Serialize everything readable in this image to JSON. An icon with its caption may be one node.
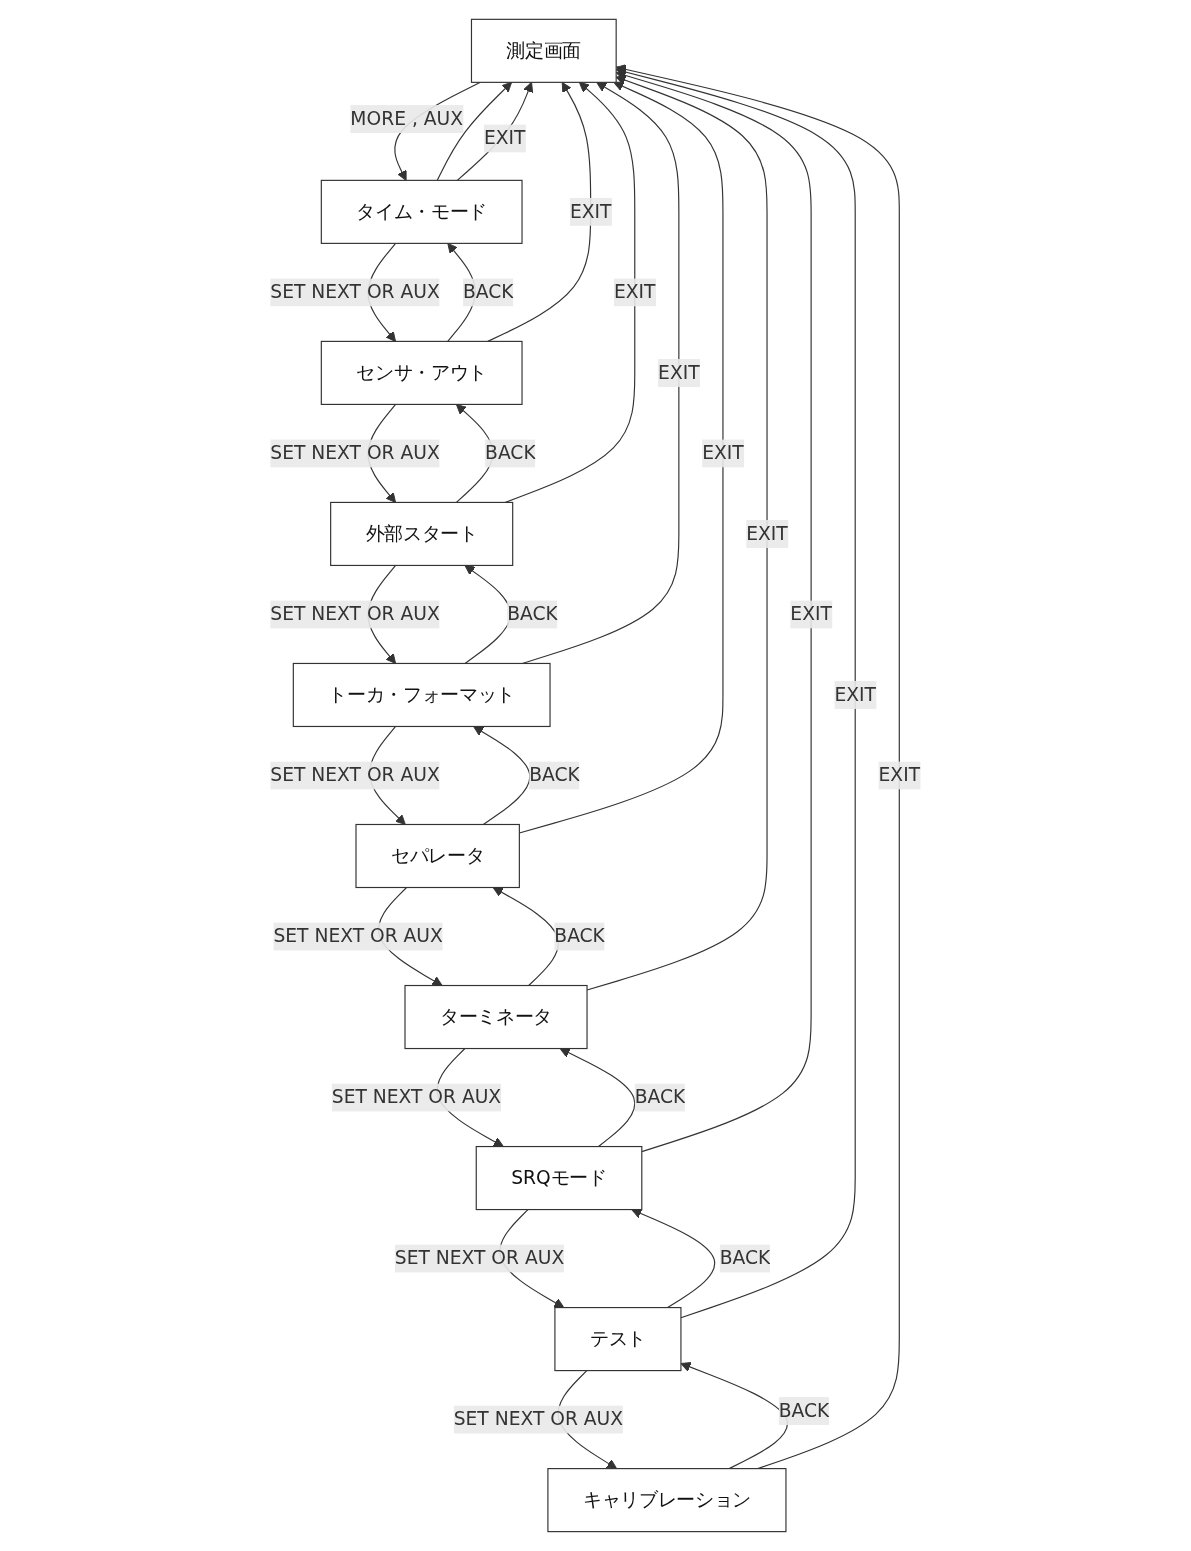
{
  "diagram": {
    "nodes": [
      {
        "text": [
          "測定画面"
        ]
      },
      {
        "text": [
          "タイム・モード"
        ]
      },
      {
        "text": [
          "センサ・アウト"
        ]
      },
      {
        "text": [
          "外部スタート"
        ]
      },
      {
        "text": [
          "トーカ・フォーマット"
        ]
      },
      {
        "text": [
          "セパレータ"
        ]
      },
      {
        "text": [
          "ターミネータ"
        ]
      },
      {
        "text": [
          "SRQモード"
        ]
      },
      {
        "text": [
          "テスト"
        ]
      },
      {
        "text": [
          "キャリブレーション"
        ]
      }
    ],
    "edges": [
      {
        "from": 0,
        "to": 1,
        "arrow": "to",
        "label": "MORE , AUX"
      },
      {
        "from": 1,
        "to": 0,
        "arrow": "to"
      },
      {
        "from": 1,
        "to": 0,
        "arrow": "to",
        "label": "EXIT"
      },
      {
        "from": 1,
        "to": 2,
        "arrow": "to",
        "label": "SET NEXT OR AUX"
      },
      {
        "from": 2,
        "to": 1,
        "arrow": "to",
        "label": "BACK"
      },
      {
        "from": 2,
        "to": 0,
        "arrow": "to",
        "label": "EXIT"
      },
      {
        "from": 2,
        "to": 3,
        "arrow": "to",
        "label": "SET NEXT OR AUX"
      },
      {
        "from": 3,
        "to": 2,
        "arrow": "to",
        "label": "BACK"
      },
      {
        "from": 3,
        "to": 0,
        "arrow": "to",
        "label": "EXIT"
      },
      {
        "from": 3,
        "to": 4,
        "arrow": "to",
        "label": "SET NEXT OR AUX"
      },
      {
        "from": 4,
        "to": 3,
        "arrow": "to",
        "label": "BACK"
      },
      {
        "from": 4,
        "to": 0,
        "arrow": "to",
        "label": "EXIT"
      },
      {
        "from": 4,
        "to": 5,
        "arrow": "to",
        "label": "SET NEXT OR AUX"
      },
      {
        "from": 5,
        "to": 4,
        "arrow": "to",
        "label": "BACK"
      },
      {
        "from": 5,
        "to": 0,
        "arrow": "to",
        "label": "EXIT"
      },
      {
        "from": 5,
        "to": 6,
        "arrow": "to",
        "label": "SET NEXT OR AUX"
      },
      {
        "from": 6,
        "to": 5,
        "arrow": "to",
        "label": "BACK"
      },
      {
        "from": 6,
        "to": 0,
        "arrow": "to",
        "label": "EXIT"
      },
      {
        "from": 6,
        "to": 7,
        "arrow": "to",
        "label": "SET NEXT OR AUX"
      },
      {
        "from": 7,
        "to": 6,
        "arrow": "to",
        "label": "BACK"
      },
      {
        "from": 7,
        "to": 0,
        "arrow": "to",
        "label": "EXIT"
      },
      {
        "from": 7,
        "to": 8,
        "arrow": "to",
        "label": "SET NEXT OR AUX"
      },
      {
        "from": 8,
        "to": 7,
        "arrow": "to",
        "label": "BACK"
      },
      {
        "from": 8,
        "to": 0,
        "arrow": "to",
        "label": "EXIT"
      },
      {
        "from": 8,
        "to": 9,
        "arrow": "to",
        "label": "SET NEXT OR AUX"
      },
      {
        "from": 9,
        "to": 8,
        "arrow": "to",
        "label": "BACK"
      },
      {
        "from": 9,
        "to": 0,
        "arrow": "to",
        "label": "EXIT"
      }
    ]
  }
}
